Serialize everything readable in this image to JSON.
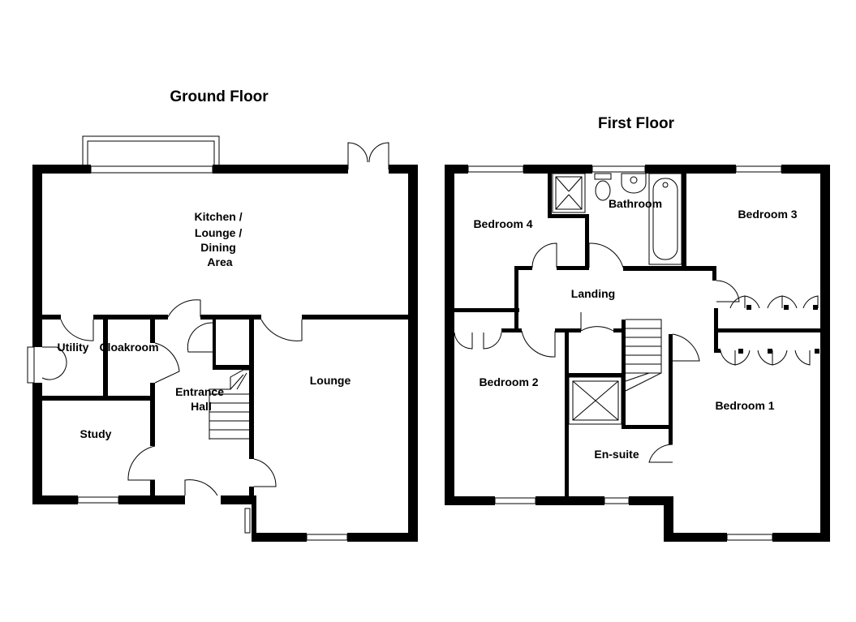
{
  "ground_floor": {
    "title": "Ground Floor",
    "rooms": {
      "kitchen": [
        "Kitchen /",
        "Lounge /",
        "Dining",
        "Area"
      ],
      "utility": "Utility",
      "cloakroom": "Cloakroom",
      "entrance": [
        "Entrance",
        "Hall"
      ],
      "lounge": "Lounge",
      "study": "Study"
    }
  },
  "first_floor": {
    "title": "First Floor",
    "rooms": {
      "bedroom4": "Bedroom 4",
      "bathroom": "Bathroom",
      "bedroom3": "Bedroom 3",
      "landing": "Landing",
      "bedroom2": "Bedroom 2",
      "bedroom1": "Bedroom 1",
      "ensuite": "En-suite"
    }
  }
}
